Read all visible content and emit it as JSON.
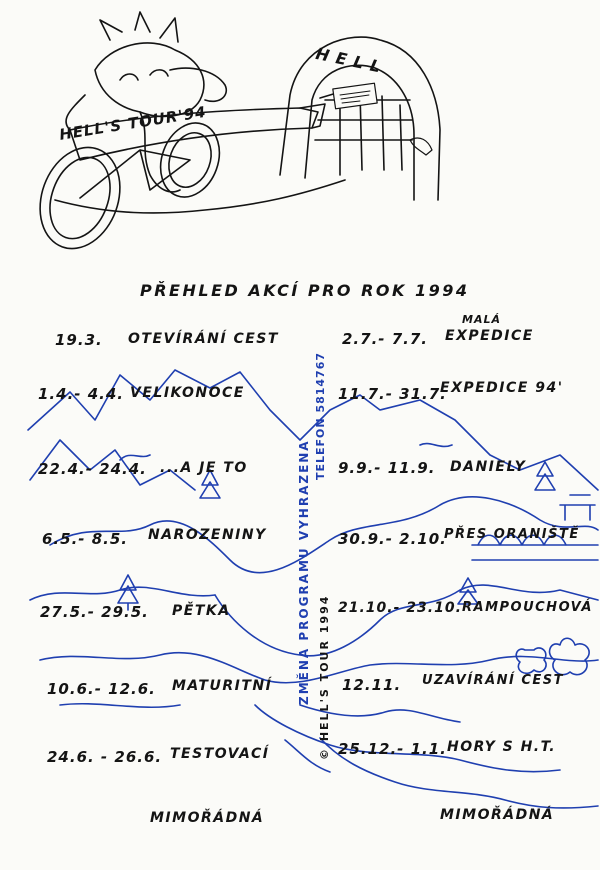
{
  "header": {
    "emblem_text": "HELL'S TOUR'94",
    "gate_text": "HELL"
  },
  "title": "PŘEHLED AKCÍ PRO ROK 1994",
  "events": [
    {
      "date": "19.3.",
      "name": "OTEVÍRÁNÍ CEST"
    },
    {
      "date": "1.4.- 4.4.",
      "name": "VELIKONOCE"
    },
    {
      "date": "22.4.- 24.4.",
      "name": "...A JE TO"
    },
    {
      "date": "6.5.- 8.5.",
      "name": "NAROZENINY"
    },
    {
      "date": "27.5.- 29.5.",
      "name": "PĚTKA"
    },
    {
      "date": "10.6.- 12.6.",
      "name": "MATURITNÍ"
    },
    {
      "date": "24.6. - 26.6.",
      "name": "TESTOVACÍ"
    },
    {
      "date": "2.7.- 7.7.",
      "name": "EXPEDICE",
      "note": "MALÁ"
    },
    {
      "date": "11.7.- 31.7.",
      "name": "EXPEDICE 94'"
    },
    {
      "date": "9.9.- 11.9.",
      "name": "DANIELY"
    },
    {
      "date": "30.9.- 2.10.",
      "name": "PŘES ORANIŠTĚ"
    },
    {
      "date": "21.10.- 23.10.",
      "name": "RAMPOUCHOVÁ"
    },
    {
      "date": "12.11.",
      "name": "UZAVÍRÁNÍ CEST"
    },
    {
      "date": "25.12.- 1.1.",
      "name": "HORY S H.T."
    }
  ],
  "footer": {
    "left": "MIMOŘÁDNÁ",
    "right": "MIMOŘÁDNÁ"
  },
  "notes": {
    "change": "ZMĚNA PROGRAMU VYHRAZENA",
    "phone": "TELEFON 5814767",
    "copyright": "© HELL'S TOUR 1994"
  },
  "colors": {
    "ink": "#141414",
    "blue_pen": "#1f3fb0",
    "paper": "#fbfbf8"
  }
}
